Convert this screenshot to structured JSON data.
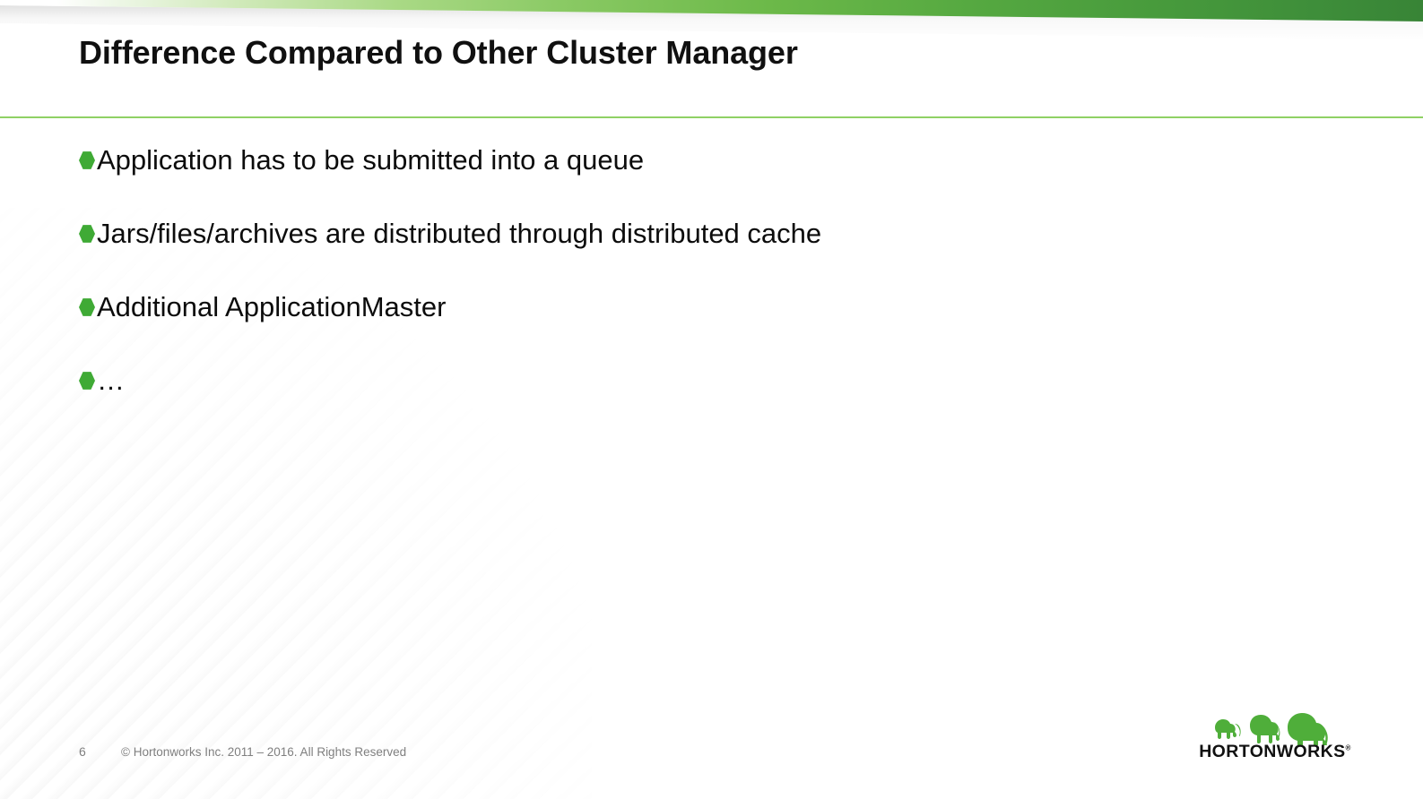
{
  "slide": {
    "title": "Difference Compared to Other Cluster Manager",
    "bullets": [
      {
        "text": "Application has to be submitted into a queue",
        "bullet_icon": "green-hexagon-bullet"
      },
      {
        "text": "Jars/files/archives are distributed through distributed cache",
        "bullet_icon": "green-hexagon-bullet"
      },
      {
        "text": "Additional ApplicationMaster",
        "bullet_icon": "green-hexagon-bullet"
      },
      {
        "text": "…",
        "bullet_icon": "green-hexagon-bullet"
      }
    ],
    "footer": {
      "page_number": "6",
      "copyright": "© Hortonworks Inc. 2011 – 2016. All Rights Reserved"
    },
    "logo": {
      "wordmark": "HORTONWORKS",
      "registered_mark": "®",
      "icon": "three-elephants-icon"
    },
    "colors": {
      "banner_light_green": "#cfe9b8",
      "banner_mid_green": "#6cb949",
      "banner_dark_green": "#388436",
      "rule_green": "#8fd164",
      "bullet_green": "#3faa35",
      "logo_green": "#4fae3a",
      "title_text": "#101010",
      "body_text": "#0c0c0c",
      "footer_text": "#7f7f7f",
      "background": "#ffffff"
    }
  }
}
